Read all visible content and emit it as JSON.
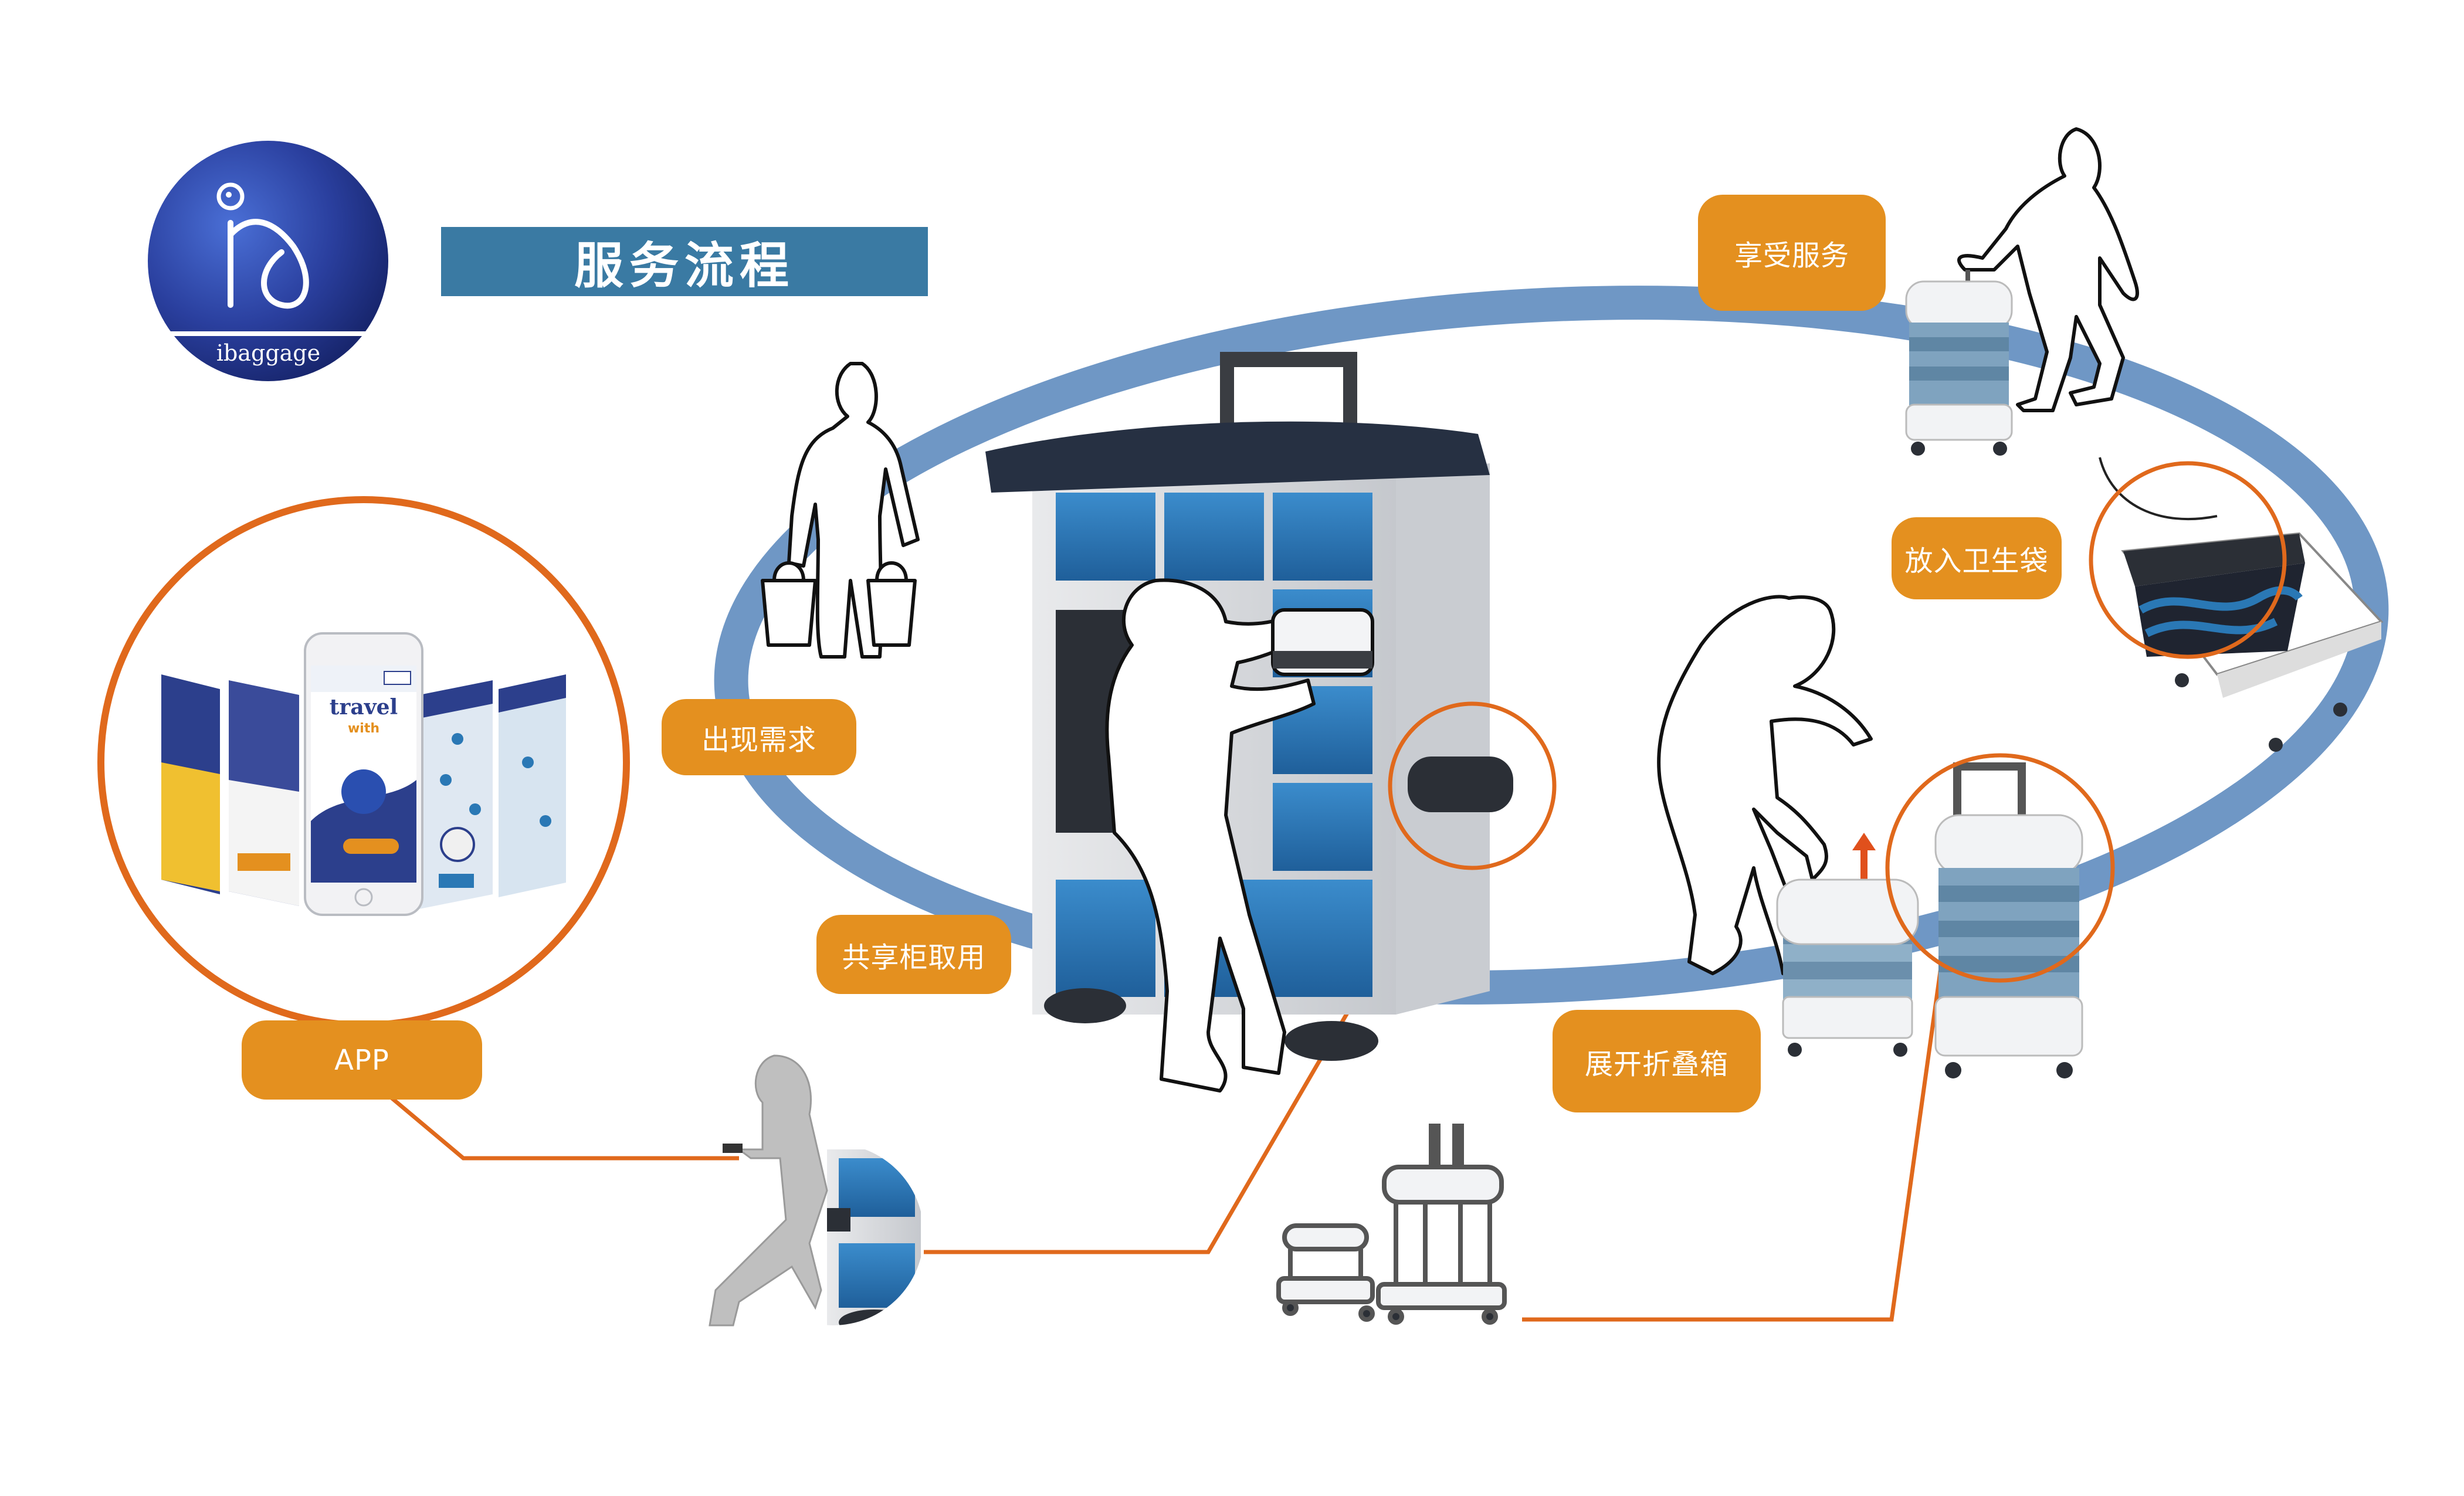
{
  "header": {
    "title": "服务流程",
    "logo_text": "ibaggage"
  },
  "steps": {
    "need": "出现需求",
    "cabinet": "共享柜取用",
    "app": "APP",
    "unfold": "展开折叠箱",
    "bag": "放入卫生袋",
    "enjoy": "享受服务"
  },
  "app_screen": {
    "line1": "travel",
    "line2": "with"
  },
  "colors": {
    "accent_orange": "#e4901f",
    "callout_orange": "#e0691c",
    "loop_blue": "#6f97c5",
    "title_bar": "#3a7aa3",
    "logo_dark": "#1d2f86",
    "logo_light": "#3a5fc8",
    "locker_blue": "#2a78b5"
  },
  "icons": [
    "ibaggage-logo-icon",
    "person-icon",
    "suitcase-icon",
    "locker-icon",
    "phone-icon",
    "cart-icon"
  ]
}
